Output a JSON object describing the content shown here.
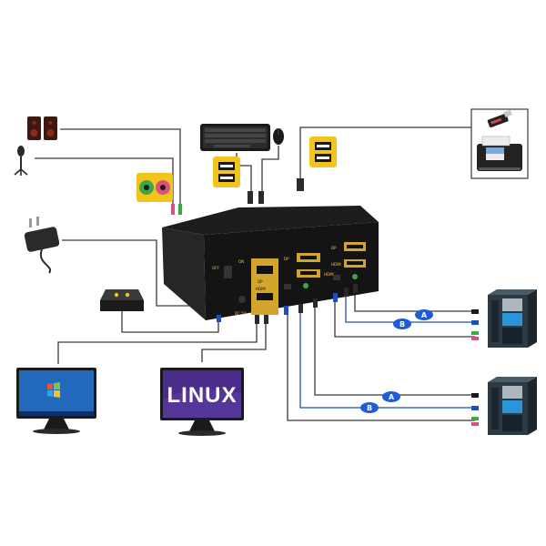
{
  "monitor_right": {
    "os_text": "LINUX"
  },
  "badges": {
    "a": "A",
    "b": "B"
  },
  "kvm": {
    "port_labels": [
      "DP",
      "HDMI",
      "DP",
      "HDMI",
      "DP",
      "HDMI",
      "OFF",
      "ON",
      "DC 5V"
    ]
  },
  "colors": {
    "cable": "#3a3a3a",
    "link_blue": "#1f4fb4",
    "badge_blue": "#1e5bd6",
    "port_gold": "#d4a52c",
    "audio_green": "#39a845",
    "audio_pink": "#d8527c"
  }
}
